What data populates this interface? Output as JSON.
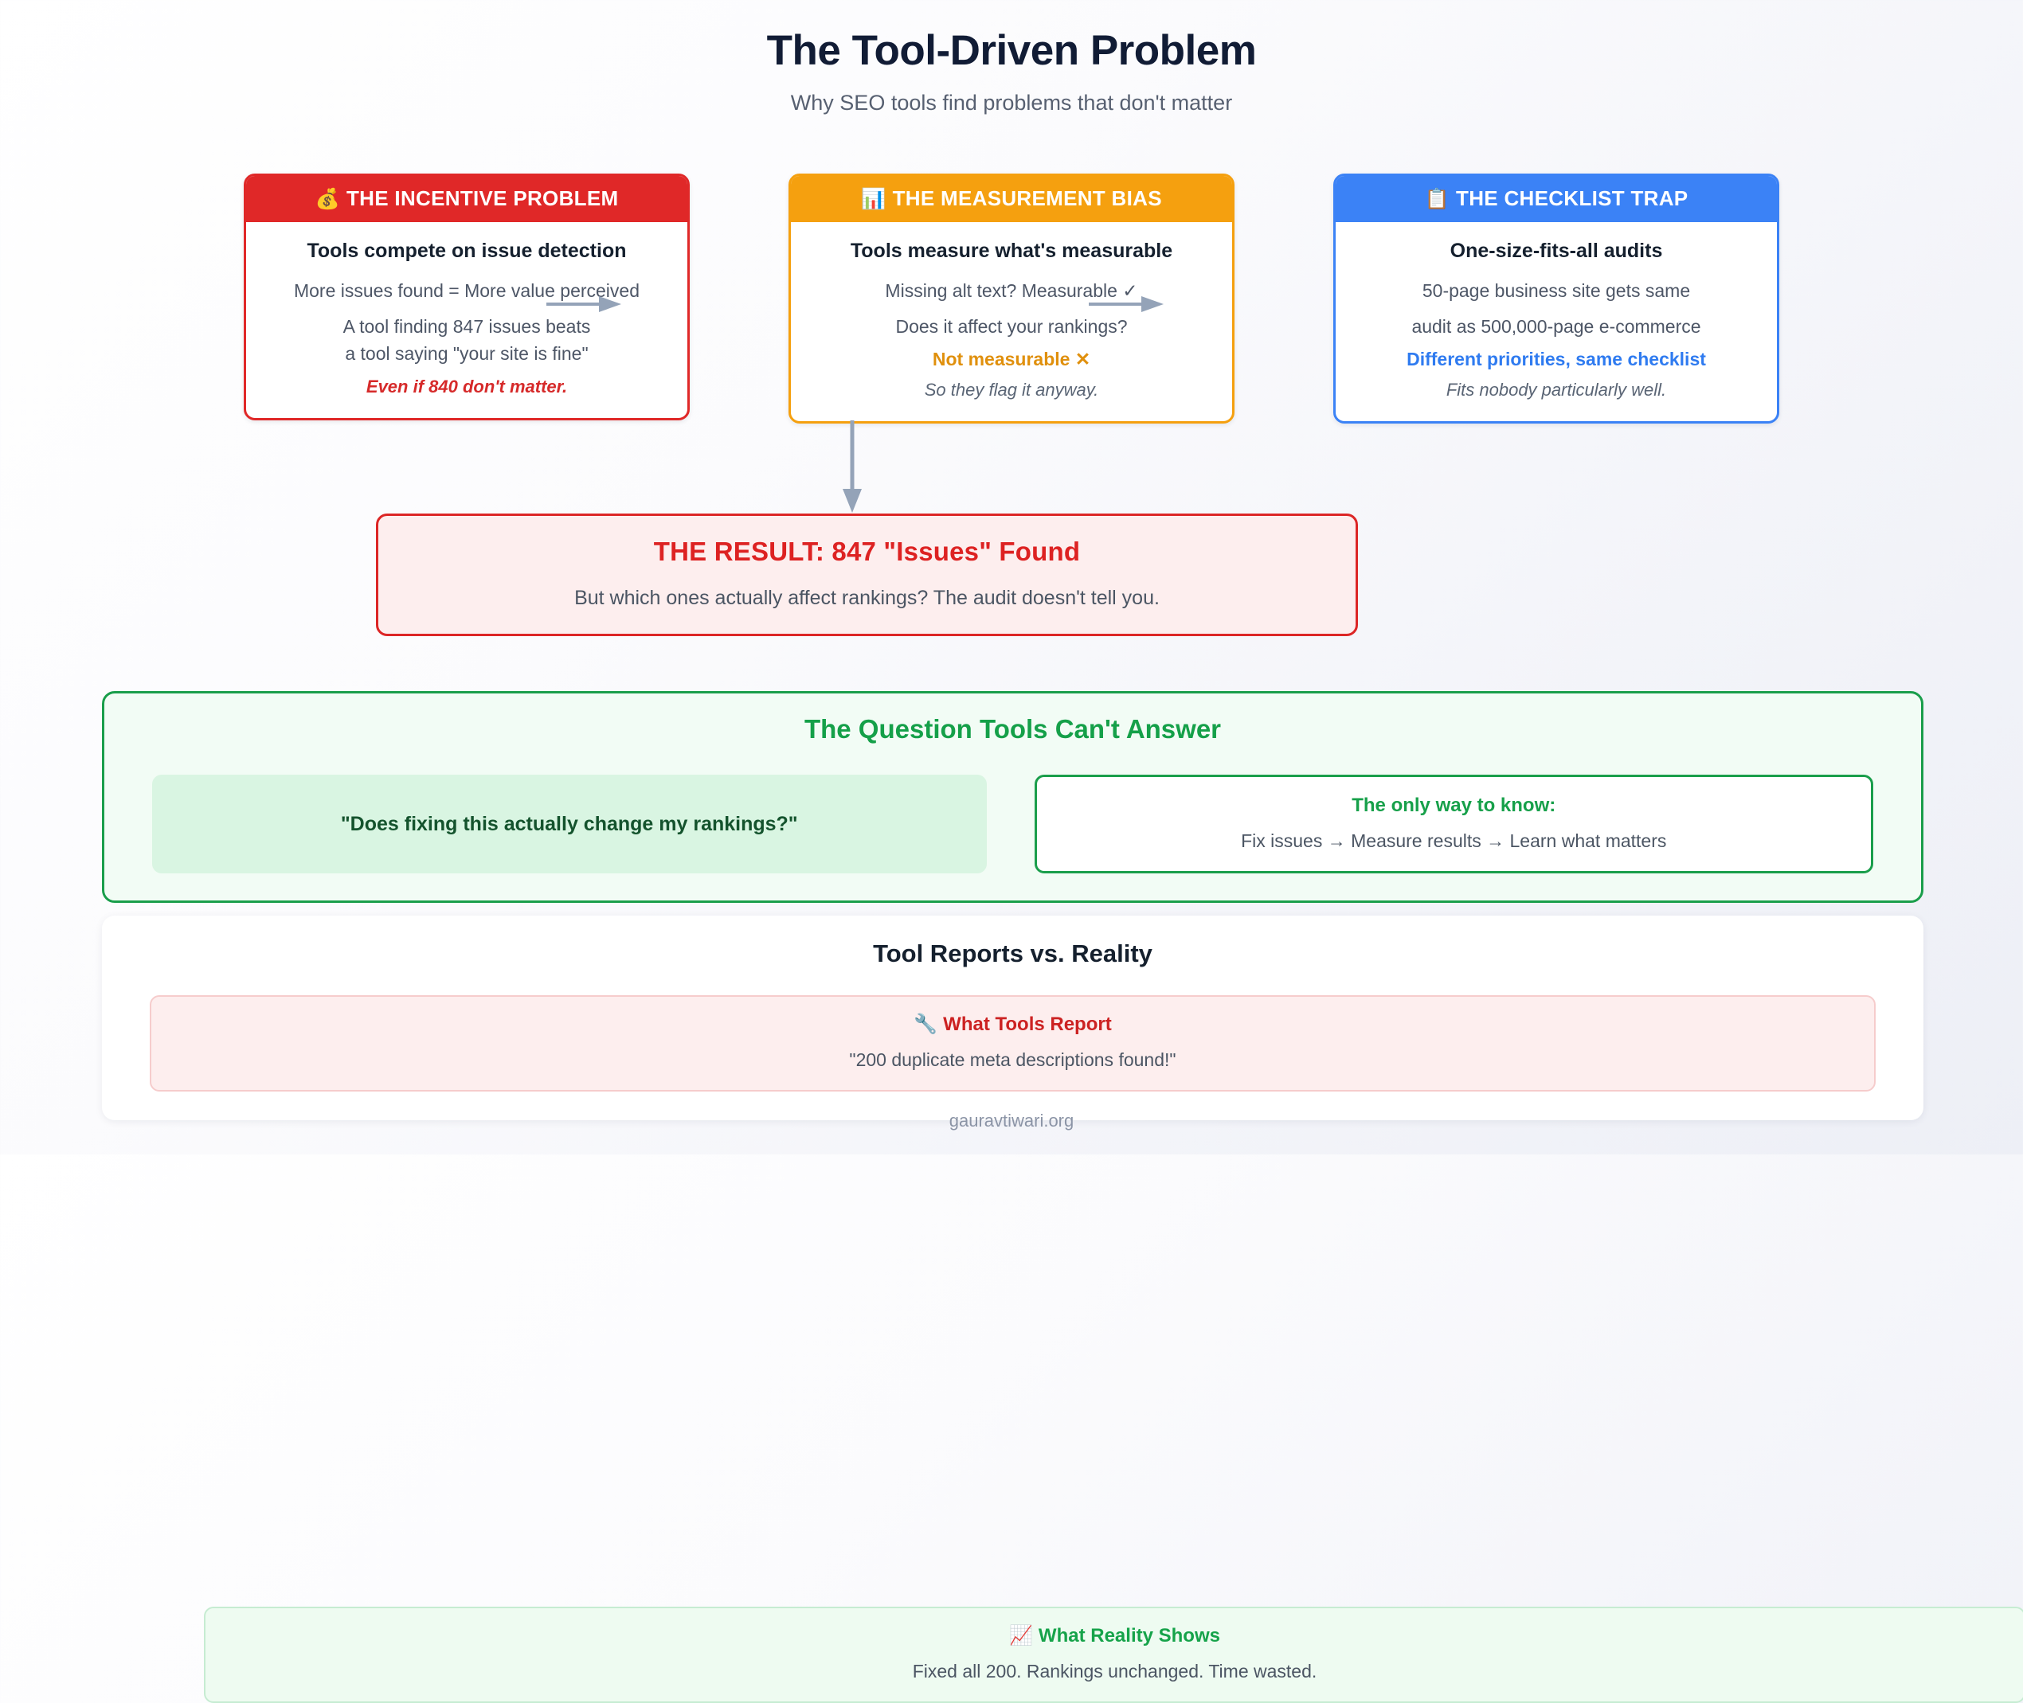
{
  "header": {
    "title": "The Tool-Driven Problem",
    "subtitle": "Why SEO tools find problems that don't matter"
  },
  "colors": {
    "incentive_red": "#e02828",
    "measurement_orange": "#f5a00f",
    "checklist_blue": "#3b82f6",
    "result_red": "#dc2626",
    "question_green": "#1a9e4b",
    "arrow_slate": "#94a3b8"
  },
  "cards": [
    {
      "emoji": "💰",
      "icon_name": "money-bag-icon",
      "heading": "THE INCENTIVE PROBLEM",
      "lead": "Tools compete on issue detection",
      "line1": "More issues found = More value perceived",
      "line2a": "A tool finding 847 issues beats",
      "line2b": "a tool saying \"your site is fine\"",
      "footer": "Even if 840 don't matter."
    },
    {
      "emoji": "📊",
      "icon_name": "bar-chart-icon",
      "heading": "THE MEASUREMENT BIAS",
      "lead": "Tools measure what's measurable",
      "line1": "Missing alt text? Measurable ✓",
      "line2a": "Does it affect your rankings?",
      "highlight": "Not measurable ✕",
      "footer": "So they flag it anyway."
    },
    {
      "emoji": "📋",
      "icon_name": "clipboard-icon",
      "heading": "THE CHECKLIST TRAP",
      "lead": "One-size-fits-all audits",
      "line1": "50-page business site gets same",
      "line2a": "audit as 500,000-page e-commerce",
      "highlight": "Different priorities, same checklist",
      "footer": "Fits nobody particularly well."
    }
  ],
  "result": {
    "title": "THE RESULT: 847 \"Issues\" Found",
    "subtitle": "But which ones actually affect rankings? The audit doesn't tell you."
  },
  "question_section": {
    "title": "The Question Tools Can't Answer",
    "question": "\"Does fixing this actually change my rankings?\"",
    "answer_title": "The only way to know:",
    "answer_flow": "Fix issues → Measure results → Learn what matters"
  },
  "comparison": {
    "title": "Tool Reports vs. Reality",
    "left": {
      "emoji": "🔧",
      "icon_name": "wrench-icon",
      "title": "What Tools Report",
      "text": "\"200 duplicate meta descriptions found!\""
    },
    "right": {
      "emoji": "📈",
      "icon_name": "chart-increasing-icon",
      "title": "What Reality Shows",
      "text": "Fixed all 200. Rankings unchanged. Time wasted."
    }
  },
  "footer": {
    "source": "gauravtiwari.org"
  }
}
